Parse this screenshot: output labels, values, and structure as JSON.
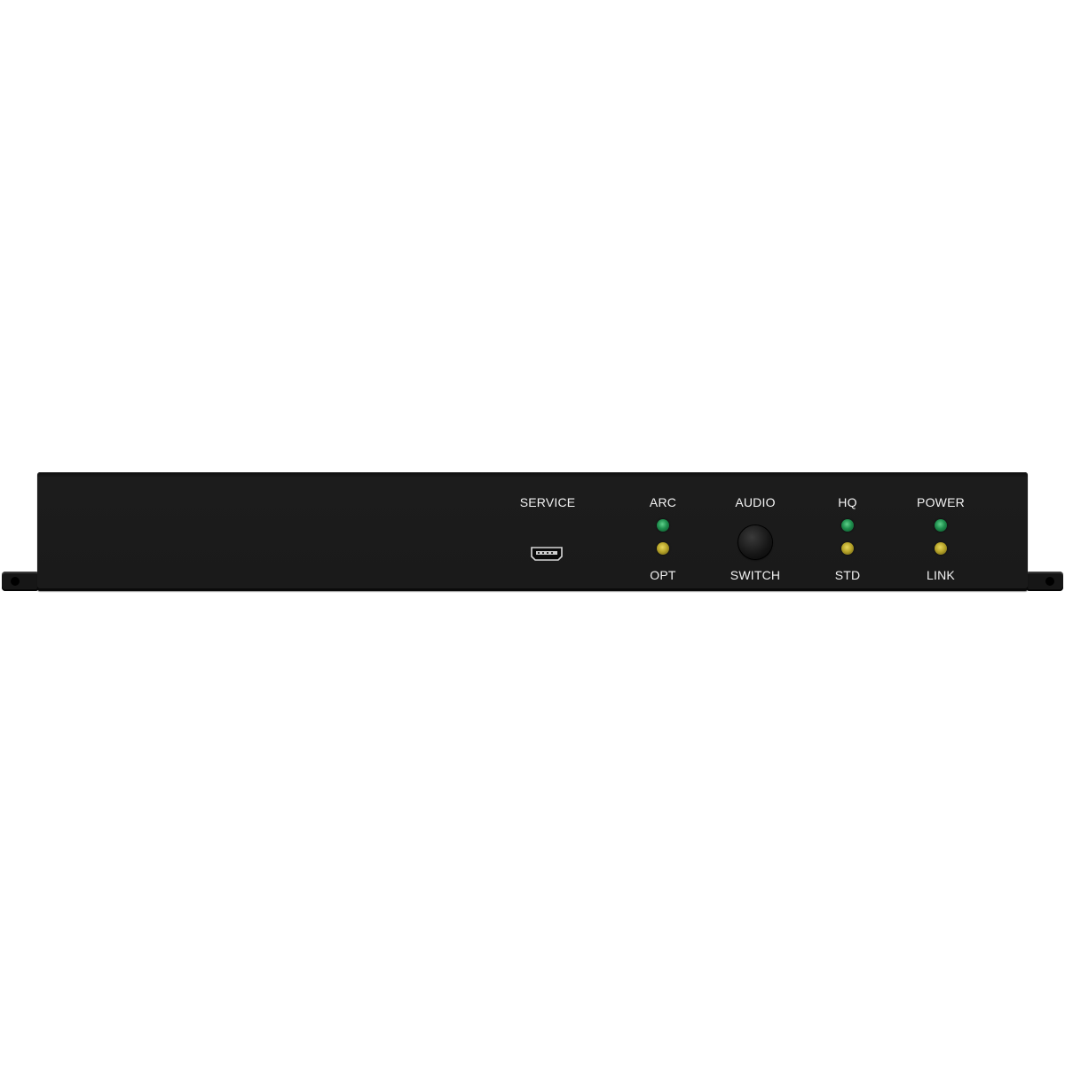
{
  "panel": {
    "service_label": "SERVICE",
    "arc_label": "ARC",
    "opt_label": "OPT",
    "audio_label": "AUDIO",
    "switch_label": "SWITCH",
    "hq_label": "HQ",
    "std_label": "STD",
    "power_label": "POWER",
    "link_label": "LINK"
  },
  "colors": {
    "panel": "#1a1a1a",
    "label_text": "#f2f2f2",
    "led_green": "#1f8f4e",
    "led_yellow": "#b8a52a"
  },
  "icons": {
    "usb_port": "mini-usb-port-icon"
  }
}
